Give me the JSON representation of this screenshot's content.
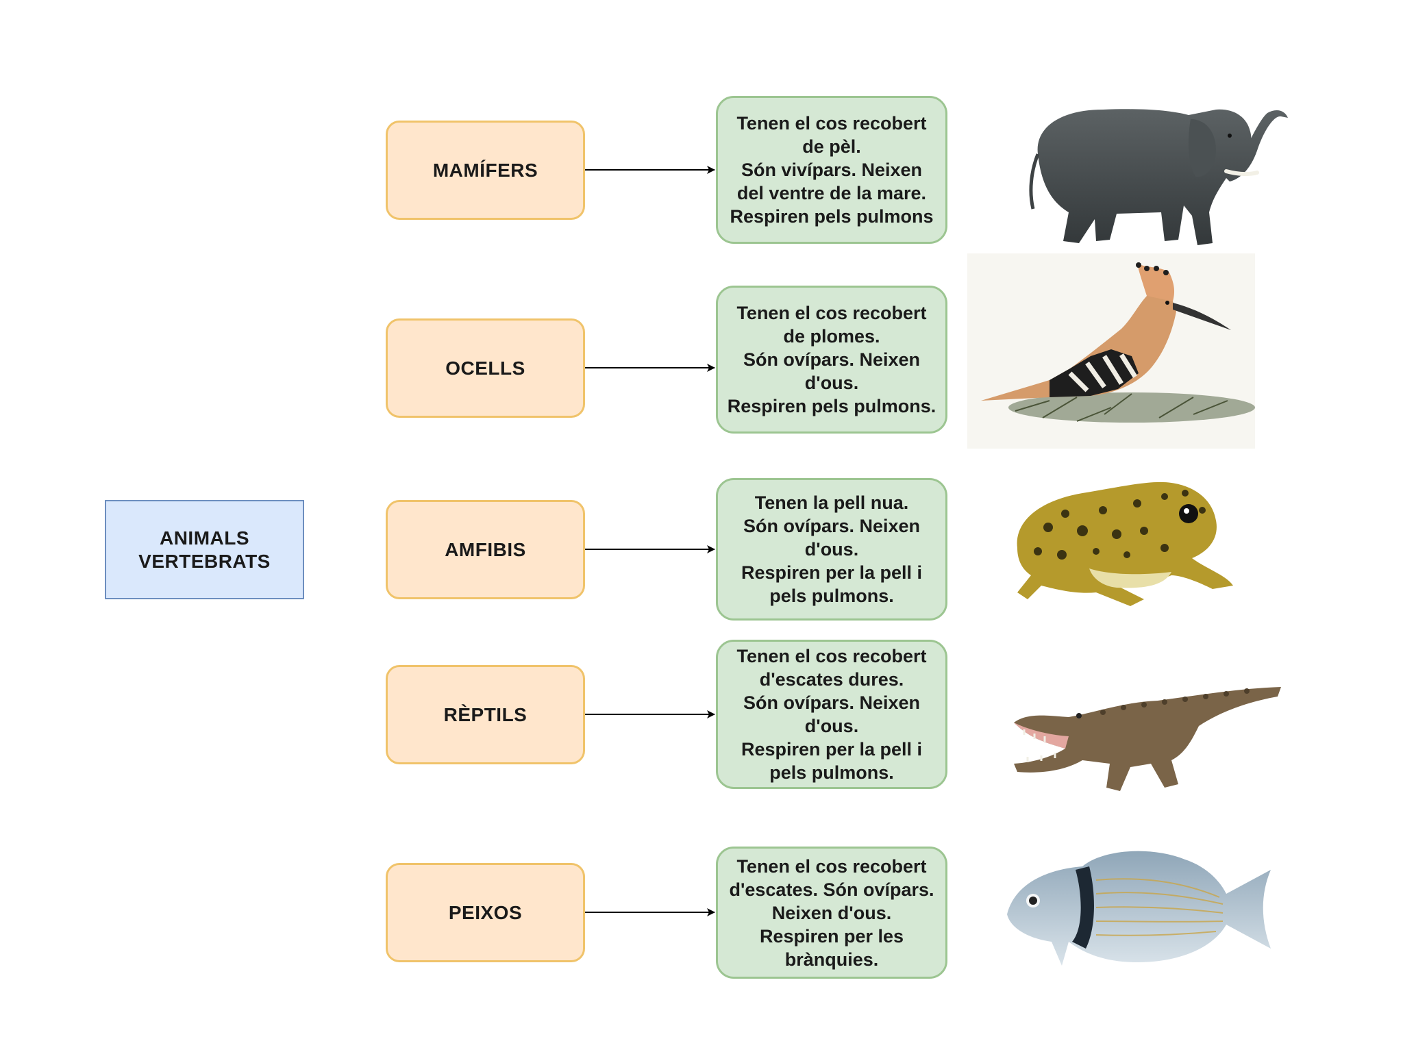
{
  "root": {
    "label_lines": [
      "ANIMALS",
      "VERTEBRATS"
    ]
  },
  "groups": [
    {
      "label": "MAMÍFERS",
      "description_lines": [
        "Tenen el cos recobert",
        "de pèl.",
        "Són vivípars. Neixen",
        "del ventre de la mare.",
        "Respiren pels pulmons"
      ],
      "picture": "elephant"
    },
    {
      "label": "OCELLS",
      "description_lines": [
        "Tenen el cos recobert",
        "de plomes.",
        "Són ovípars. Neixen",
        "d'ous.",
        "Respiren pels pulmons."
      ],
      "picture": "hoopoe-bird"
    },
    {
      "label": "AMFIBIS",
      "description_lines": [
        "Tenen la pell nua.",
        "Són ovípars. Neixen",
        "d'ous.",
        "Respiren per la pell i",
        "pels pulmons."
      ],
      "picture": "frog"
    },
    {
      "label": "RÈPTILS",
      "description_lines": [
        "Tenen el cos recobert",
        "d'escates dures.",
        "Són ovípars. Neixen",
        "d'ous.",
        "Respiren per la pell i",
        "pels pulmons."
      ],
      "picture": "crocodile"
    },
    {
      "label": "PEIXOS",
      "description_lines": [
        "Tenen el cos recobert",
        "d'escates. Són ovípars.",
        "Neixen d'ous.",
        "Respiren per les",
        "brànquies."
      ],
      "picture": "fish"
    }
  ],
  "colors": {
    "root_fill": "#dae8fc",
    "root_stroke": "#6c8ebf",
    "class_fill": "#ffe6cc",
    "class_stroke": "#f0c36a",
    "desc_fill": "#d5e8d4",
    "desc_stroke": "#9cc591",
    "arrow": "#000000"
  }
}
